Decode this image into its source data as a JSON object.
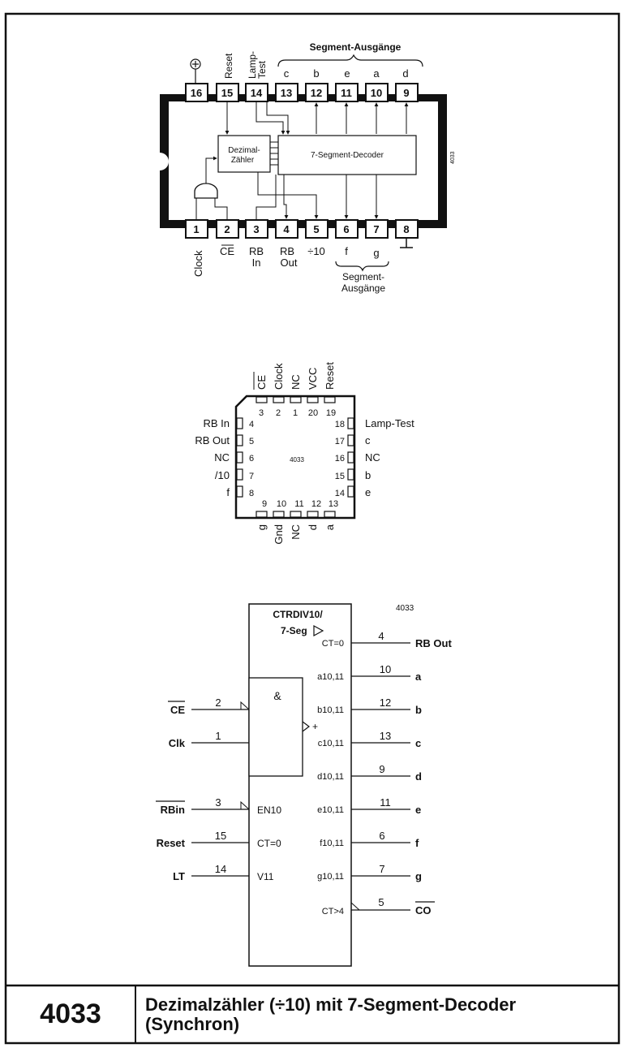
{
  "dip": {
    "part": "4033",
    "top_header": "Segment-Ausgänge",
    "bottom_header": [
      "Segment-",
      "Ausgänge"
    ],
    "top_pins": [
      "16",
      "15",
      "14",
      "13",
      "12",
      "11",
      "10",
      "9"
    ],
    "top_pin_labels": [
      "Reset",
      "Lamp-",
      "Test",
      "c",
      "b",
      "e",
      "a",
      "d"
    ],
    "bottom_pins": [
      "1",
      "2",
      "3",
      "4",
      "5",
      "6",
      "7",
      "8"
    ],
    "bottom_pin_labels": [
      "Clock",
      "CE",
      "RB",
      "In",
      "RB",
      "Out",
      "÷10",
      "f",
      "g"
    ],
    "counter_label": [
      "Dezimal-",
      "Zähler"
    ],
    "decoder_label": "7-Segment-Decoder"
  },
  "plcc": {
    "part": "4033",
    "top_labels": [
      "CE",
      "Clock",
      "NC",
      "VCC",
      "Reset"
    ],
    "top_numbers": [
      "3",
      "2",
      "1",
      "20",
      "19"
    ],
    "left_labels": [
      "RB In",
      "RB Out",
      "NC",
      "/10",
      "f"
    ],
    "left_numbers": [
      "4",
      "5",
      "6",
      "7",
      "8"
    ],
    "right_labels": [
      "Lamp-Test",
      "c",
      "NC",
      "b",
      "e"
    ],
    "right_numbers": [
      "18",
      "17",
      "16",
      "15",
      "14"
    ],
    "bottom_labels": [
      "g",
      "Gnd",
      "NC",
      "d",
      "a"
    ],
    "bottom_numbers": [
      "9",
      "10",
      "11",
      "12",
      "13"
    ]
  },
  "logic": {
    "part": "4033",
    "title_line1": "CTRDIV10/",
    "title_line2": "7-Seg",
    "and_label": "&",
    "plus_label": "+",
    "inputs": [
      {
        "name": "CE",
        "pin": "2",
        "func": ""
      },
      {
        "name": "Clk",
        "pin": "1",
        "func": ""
      },
      {
        "name": "RBin",
        "pin": "3",
        "func": "EN10"
      },
      {
        "name": "Reset",
        "pin": "15",
        "func": "CT=0"
      },
      {
        "name": "LT",
        "pin": "14",
        "func": "V11"
      }
    ],
    "outputs": [
      {
        "func": "CT=0",
        "pin": "4",
        "name": "RB Out"
      },
      {
        "func": "a10,11",
        "pin": "10",
        "name": "a"
      },
      {
        "func": "b10,11",
        "pin": "12",
        "name": "b"
      },
      {
        "func": "c10,11",
        "pin": "13",
        "name": "c"
      },
      {
        "func": "d10,11",
        "pin": "9",
        "name": "d"
      },
      {
        "func": "e10,11",
        "pin": "11",
        "name": "e"
      },
      {
        "func": "f10,11",
        "pin": "6",
        "name": "f"
      },
      {
        "func": "g10,11",
        "pin": "7",
        "name": "g"
      },
      {
        "func": "CT>4",
        "pin": "5",
        "name": "CO"
      }
    ]
  },
  "footer": {
    "number": "4033",
    "title_line1": "Dezimalzähler (÷10) mit 7-Segment-Decoder",
    "title_line2": "(Synchron)"
  }
}
